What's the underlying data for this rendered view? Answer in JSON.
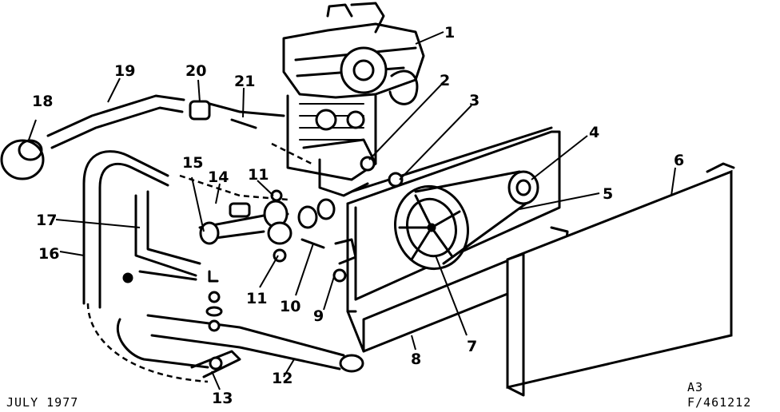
{
  "callouts": [
    "1",
    "2",
    "3",
    "4",
    "5",
    "6",
    "7",
    "8",
    "9",
    "10",
    "11",
    "11",
    "12",
    "13",
    "14",
    "15",
    "16",
    "17",
    "18",
    "19",
    "20",
    "21"
  ],
  "footer": {
    "date": "JULY 1977",
    "sheet": "A3",
    "figure": "F/461212"
  }
}
